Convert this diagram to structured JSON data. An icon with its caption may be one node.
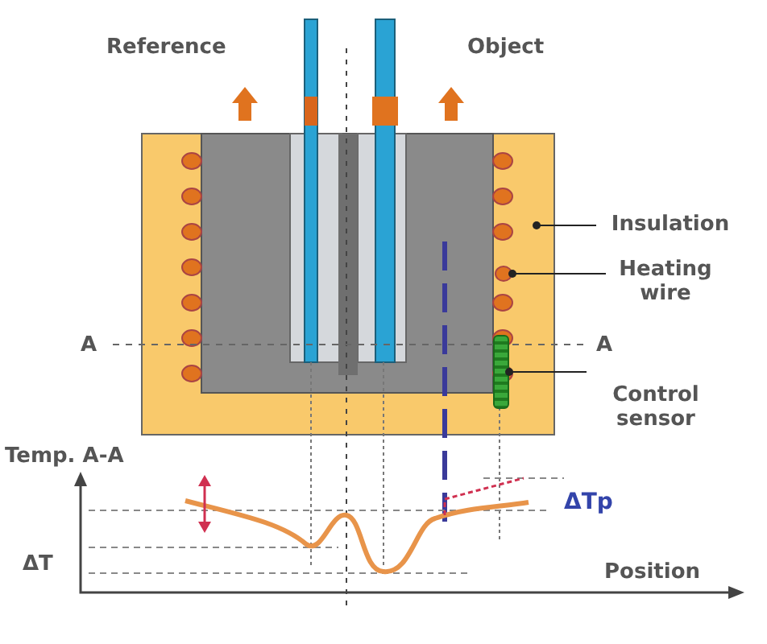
{
  "diagram": {
    "nodes": [
      {
        "text": [
          "Insulation"
        ]
      },
      {
        "text": [
          "Heating wire"
        ]
      },
      {
        "text": [
          "Control sensor"
        ]
      },
      {
        "text": [],
        "shape": "circle"
      },
      {
        "text": [],
        "shape": "bar"
      }
    ],
    "edges": [
      {
        "from": 0,
        "to": null,
        "arrow": "other"
      },
      {
        "from": 1,
        "to": 3,
        "arrow": "other"
      },
      {
        "from": 2,
        "to": 4,
        "arrow": "other"
      }
    ],
    "labels": [
      "Reference",
      "Object",
      "A",
      "A",
      "Temp. A-A",
      "ΔTp",
      "ΔT",
      "Position"
    ]
  }
}
